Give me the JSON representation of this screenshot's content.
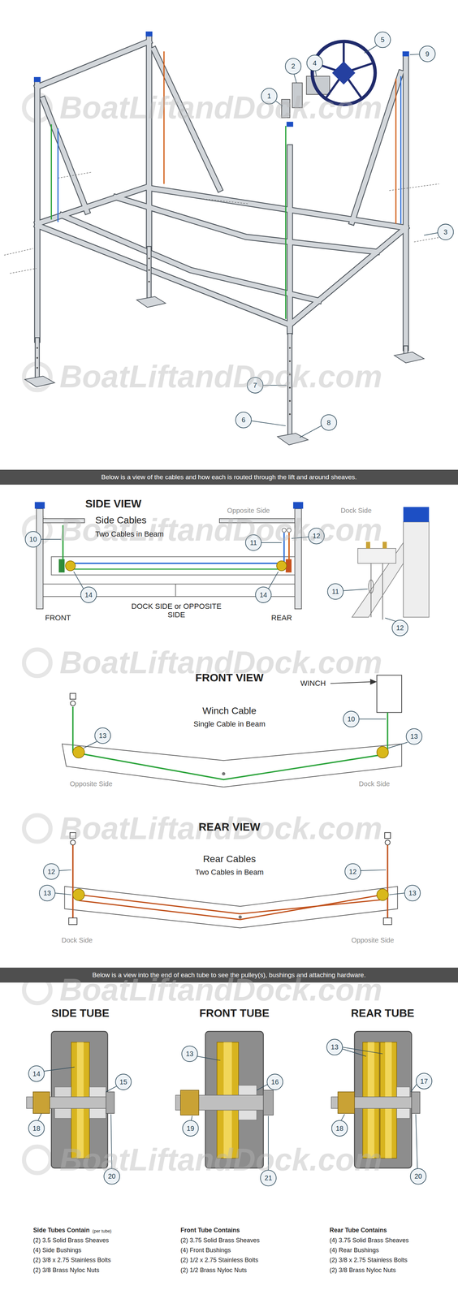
{
  "diagram": {
    "nodes": [
      {
        "text": [
          "Below is a view of the cables and how each is routed through the lift and around sheaves."
        ]
      },
      {
        "text": [
          "Below is a view into the end of each tube to see the pulley(s), bushings and attaching hardware."
        ]
      }
    ],
    "labels": [
      "BoatLiftandDock.com",
      "BoatLiftandDock.com",
      "1",
      "2",
      "4",
      "5",
      "9",
      "3",
      "7",
      "6",
      "8",
      "BoatLiftandDock.com",
      "SIDE VIEW",
      "Side Cables",
      "Two Cables in Beam",
      "Opposite Side",
      "Dock Side",
      "10",
      "11",
      "12",
      "14",
      "14",
      "FRONT",
      "DOCK SIDE or OPPOSITE SIDE",
      "REAR",
      "11",
      "12",
      "BoatLiftandDock.com",
      "FRONT VIEW",
      "WINCH",
      "Winch Cable",
      "Single Cable in Beam",
      "10",
      "13",
      "13",
      "Opposite Side",
      "Dock Side",
      "BoatLiftandDock.com",
      "REAR VIEW",
      "Rear Cables",
      "Two Cables in Beam",
      "12",
      "13",
      "12",
      "13",
      "Dock Side",
      "Opposite Side",
      "BoatLiftandDock.com",
      "BoatLiftandDock.com",
      "SIDE TUBE",
      "FRONT TUBE",
      "REAR TUBE",
      "14",
      "15",
      "18",
      "20",
      "13",
      "16",
      "19",
      "21",
      "13",
      "17",
      "18",
      "20",
      "Side Tubes Contain",
      "(per tube)",
      "(2) 3.5 Solid Brass Sheaves",
      "(4) Side Bushings",
      "(2) 3/8 x 2.75 Stainless Bolts",
      "(2) 3/8 Brass Nyloc Nuts",
      "Front Tube Contains",
      "(2) 3.75 Solid Brass Sheaves",
      "(4) Front Bushings",
      "(2) 1/2 x 2.75 Stainless Bolts",
      "(2) 1/2 Brass Nyloc Nuts",
      "Rear Tube Contains",
      "(4) 3.75 Solid Brass Sheaves",
      "(4) Rear Bushings",
      "(2) 3/8 x 2.75 Stainless Bolts",
      "(2) 3/8 Brass Nyloc Nuts"
    ]
  }
}
